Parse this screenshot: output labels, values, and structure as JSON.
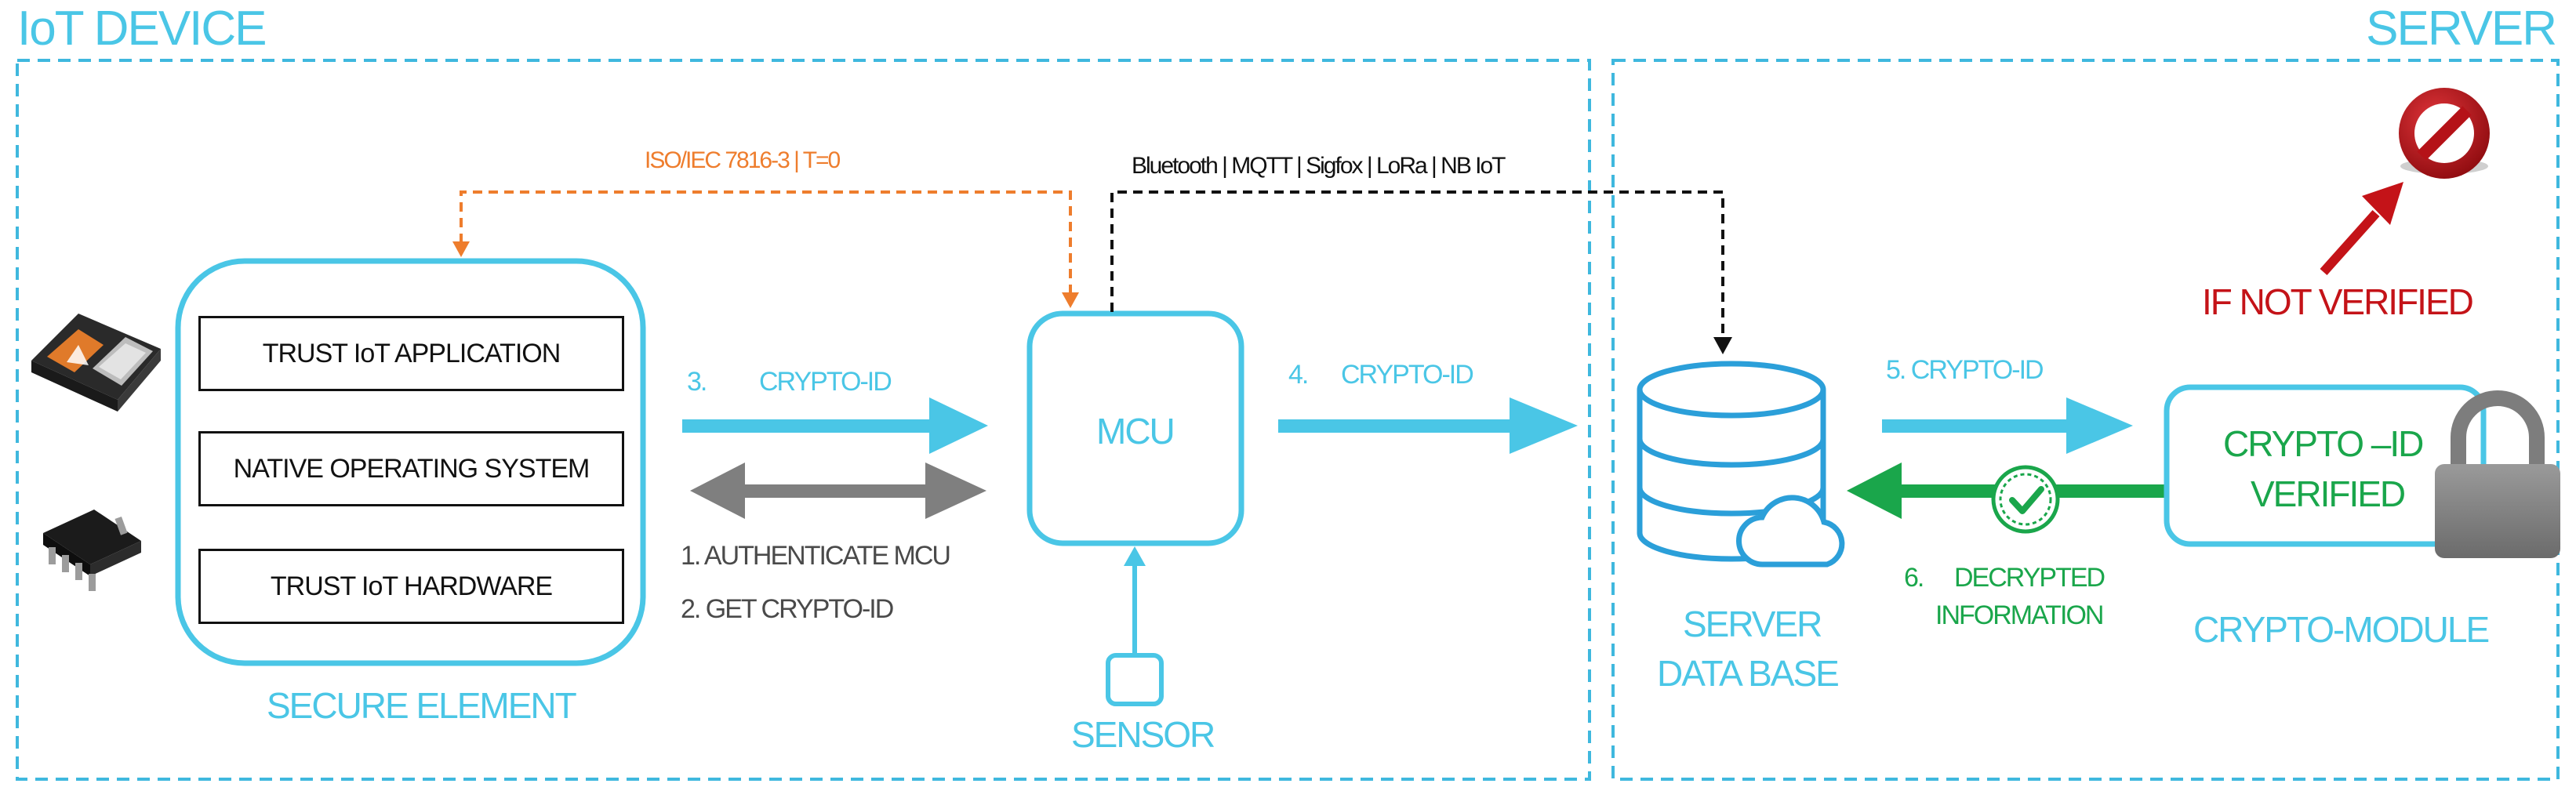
{
  "regions": {
    "iot_device": "IoT DEVICE",
    "server": "SERVER"
  },
  "secure_element": {
    "label": "SECURE ELEMENT",
    "layers": [
      "TRUST IoT APPLICATION",
      "NATIVE OPERATING SYSTEM",
      "TRUST IoT HARDWARE"
    ]
  },
  "mcu": {
    "label": "MCU"
  },
  "sensor": {
    "label": "SENSOR"
  },
  "protocols": {
    "iso": "ISO/IEC 7816-3 | T=0",
    "wireless": "Bluetooth | MQTT | Sigfox | LoRa | NB IoT"
  },
  "steps": {
    "s1": "1.  AUTHENTICATE MCU",
    "s2": "2.  GET CRYPTO-ID",
    "s3_num": "3.",
    "s3_label": "CRYPTO-ID",
    "s4_num": "4.",
    "s4_label": "CRYPTO-ID",
    "s5": "5.  CRYPTO-ID",
    "s6_num": "6.",
    "s6_line1": "DECRYPTED",
    "s6_line2": "INFORMATION"
  },
  "server_db": {
    "line1": "SERVER",
    "line2": "DATA BASE"
  },
  "crypto_module": {
    "label": "CRYPTO-MODULE",
    "verified_line1": "CRYPTO –ID",
    "verified_line2": "VERIFIED"
  },
  "not_verified": "IF NOT VERIFIED",
  "icons": [
    "chip-package-icon",
    "soic-chip-icon",
    "database-icon",
    "cloud-icon",
    "check-circle-icon",
    "padlock-icon",
    "prohibited-icon"
  ],
  "colors": {
    "cyan": "#4ac6e6",
    "grey": "#808080",
    "orange": "#ee7d2d",
    "green": "#1aa64b",
    "red": "#c41318"
  }
}
